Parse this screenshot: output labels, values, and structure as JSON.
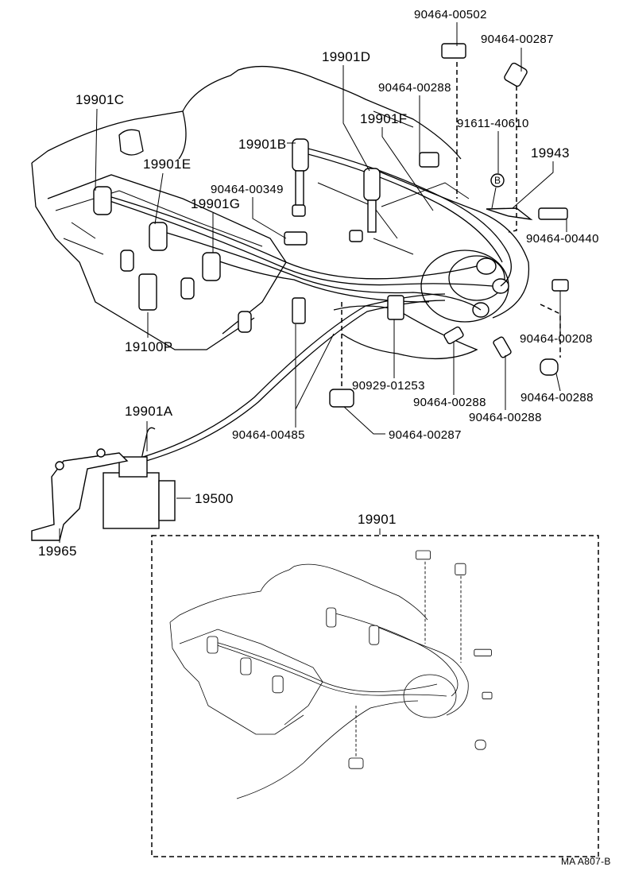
{
  "labels": {
    "clamp_top_502": "90464-00502",
    "clamp_top_287": "90464-00287",
    "cord_d": "19901D",
    "clamp_288_a": "90464-00288",
    "cord_c": "19901C",
    "cord_f": "19901F",
    "bolt": "91611-40610",
    "cord_b": "19901B",
    "bracket_19943": "19943",
    "cord_e": "19901E",
    "clamp_349": "90464-00349",
    "cord_g": "19901G",
    "marker_b": "B",
    "clamp_440": "90464-00440",
    "spark_plug": "19100P",
    "clamp_208": "90464-00208",
    "clamp_90929": "90929-01253",
    "clamp_288_b": "90464-00288",
    "clamp_288_c": "90464-00288",
    "clamp_288_d": "90464-00288",
    "cord_a": "19901A",
    "clamp_485": "90464-00485",
    "clamp_287_b": "90464-00287",
    "coil": "19500",
    "cord_set": "19901",
    "coil_bracket": "19965",
    "figure_code": "MA A807-B"
  }
}
